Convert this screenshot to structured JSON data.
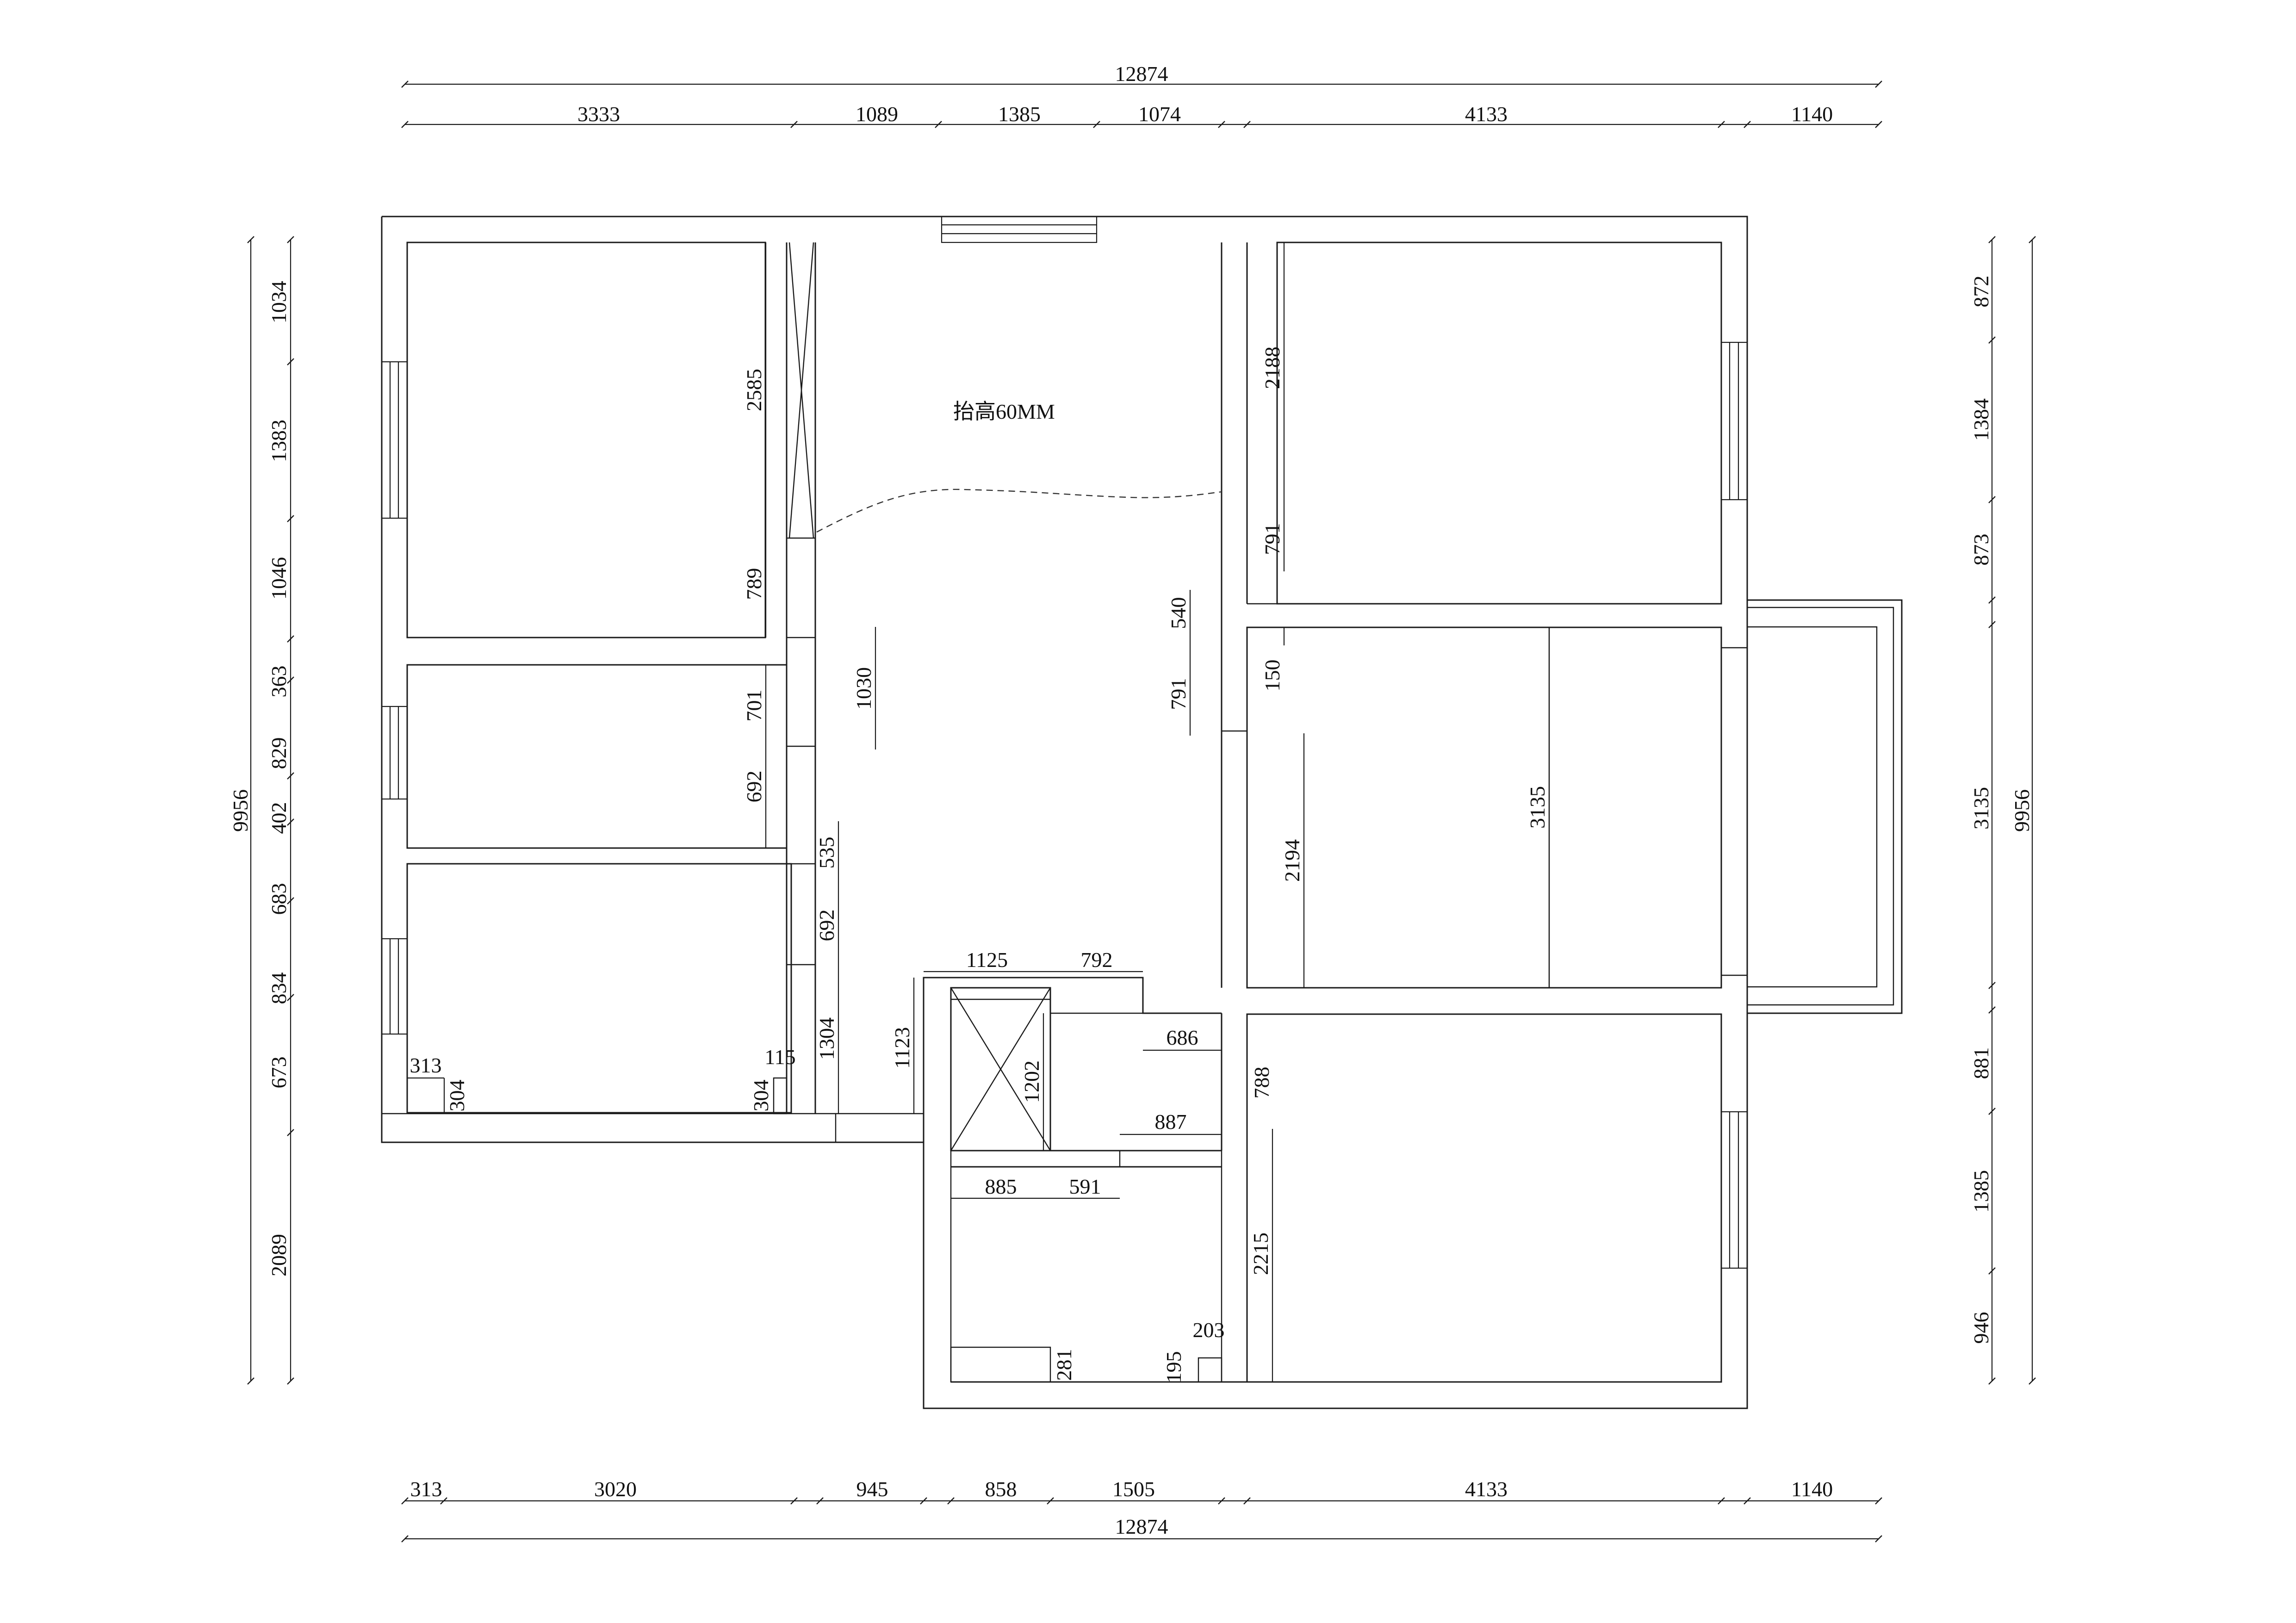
{
  "title": "",
  "note": "抬高60MM",
  "dims": {
    "top_total": "12874",
    "top": [
      "3333",
      "1089",
      "1385",
      "1074",
      "4133",
      "1140"
    ],
    "bottom": [
      "313",
      "3020",
      "945",
      "858",
      "1505",
      "4133",
      "1140"
    ],
    "bottom_total": "12874",
    "left_total": "9956",
    "left": [
      "1034",
      "1383",
      "1046",
      "363",
      "829",
      "402",
      "683",
      "834",
      "673",
      "2089"
    ],
    "right_total": "9956",
    "right": [
      "872",
      "1384",
      "873",
      "3135",
      "881",
      "1385",
      "946"
    ]
  },
  "interior_dims": {
    "d2585": "2585",
    "d789": "789",
    "d1030": "1030",
    "d701": "701",
    "d692a": "692",
    "d535": "535",
    "d692b": "692",
    "d1304": "1304",
    "d313": "313",
    "d304a": "304",
    "d304b": "304",
    "d115": "115",
    "d540": "540",
    "d791a": "791",
    "d2188": "2188",
    "d791b": "791",
    "d150": "150",
    "d2194": "2194",
    "d3135": "3135",
    "d1125": "1125",
    "d792": "792",
    "d1123": "1123",
    "d1202": "1202",
    "d686": "686",
    "d887": "887",
    "d788": "788",
    "d885": "885",
    "d591": "591",
    "d2215": "2215",
    "d281": "281",
    "d195": "195",
    "d203": "203"
  }
}
